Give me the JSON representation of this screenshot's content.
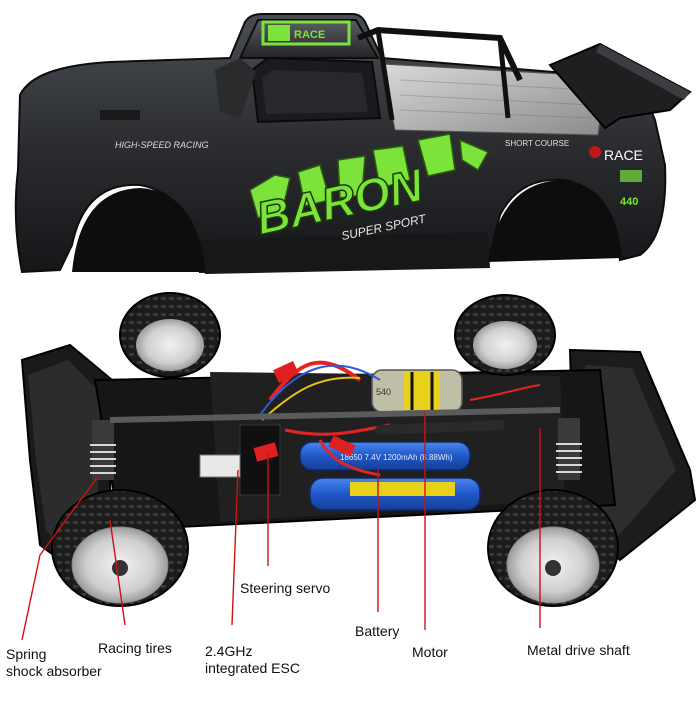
{
  "image": {
    "body_graphics": {
      "logo_main": "BARON",
      "logo_sub": "SUPER SPORT",
      "side_text": "HIGH-SPEED RACING",
      "brand": "RACE",
      "badge": "SHORT COURSE",
      "roof_box": "RACE",
      "number": "440"
    },
    "battery_text": "18650 7.4V 1200mAh (8.88Wh)",
    "motor_text": "540"
  },
  "callouts": {
    "spring_shock": "Spring\nshock absorber",
    "racing_tires": "Racing tires",
    "esc": "2.4GHz\nintegrated ESC",
    "steering_servo": "Steering servo",
    "battery": "Battery",
    "motor": "Motor",
    "drive_shaft": "Metal drive shaft"
  },
  "colors": {
    "body_dark": "#2b2d30",
    "accent_green": "#7be33a",
    "leader_red": "#d01010",
    "battery_blue": "#1f57c8"
  }
}
